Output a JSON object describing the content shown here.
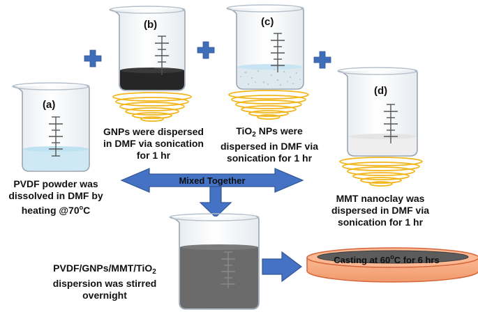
{
  "beakers": {
    "a": {
      "label": "(a)"
    },
    "b": {
      "label": "(b)"
    },
    "c": {
      "label": "(c)"
    },
    "d": {
      "label": "(d)"
    }
  },
  "captions": {
    "a": {
      "line1": "PVDF powder was",
      "line2": "dissolved in DMF by",
      "line3_pre": "heating @70",
      "line3_sup": "o",
      "line3_post": "C"
    },
    "b": {
      "line1": "GNPs were dispersed",
      "line2": "in DMF via sonication",
      "line3": "for 1 hr"
    },
    "c": {
      "line1_pre": "TiO",
      "line1_sub": "2",
      "line1_post": " NPs were",
      "line2": "dispersed in DMF via",
      "line3": "sonication for 1 hr"
    },
    "d": {
      "line1": "MMT nanoclay was",
      "line2": "dispersed in DMF via",
      "line3": "sonication for 1 hr"
    },
    "mix": {
      "pre": "PVDF/GNPs/MMT/TiO",
      "sub": "2",
      "line2": "dispersion was stirred",
      "line3": "overnight"
    }
  },
  "arrows": {
    "mixed_label": "Mixed Together"
  },
  "casting": {
    "pre": "Casting at 60",
    "sup": "o",
    "post": "C for 6 hrs"
  },
  "colors": {
    "arrow_blue": "#4472c4",
    "arrow_outline": "#2f5597",
    "plus_blue": "#3f6fb8",
    "ring_gold": "#f2b61b",
    "dmf_blue": "#cfe9f4",
    "gnp_black": "#262626",
    "mix_gray": "#6b6b6b",
    "casting_fill": "#f7a87f",
    "casting_stroke": "#d6653a"
  }
}
